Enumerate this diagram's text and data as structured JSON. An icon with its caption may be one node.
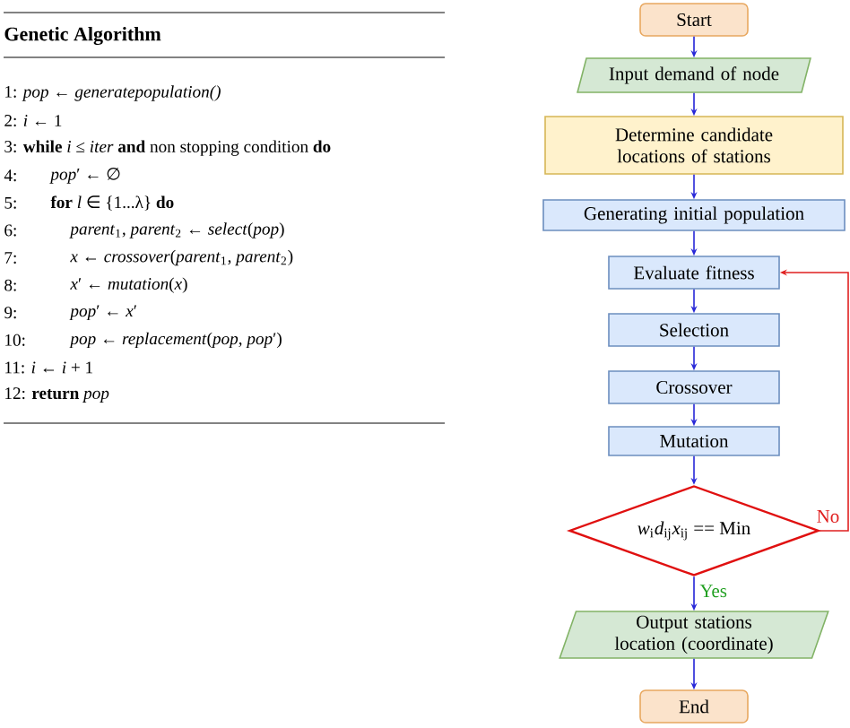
{
  "diagram": {
    "nodes": [
      {
        "text": [
          "Start"
        ]
      },
      {
        "text": [
          "Input demand of node"
        ]
      },
      {
        "text": [
          "Determine candidate locations of stations"
        ]
      },
      {
        "text": [
          "Generating initial population"
        ]
      },
      {
        "text": [
          "Evaluate fitness"
        ]
      },
      {
        "text": [
          "Selection"
        ]
      },
      {
        "text": [
          "Crossover"
        ]
      },
      {
        "text": [
          "Mutation"
        ]
      },
      {
        "text": [
          "*w*$_{i}$*d*$_{ij}$*x*$_{ij}$ == Min"
        ]
      },
      {
        "text": [
          "Output stations location (coordinate)"
        ]
      },
      {
        "text": [
          "End"
        ]
      }
    ],
    "edges": [
      {
        "from": 0,
        "to": 1,
        "arrow": "to"
      },
      {
        "from": 1,
        "to": 2,
        "arrow": "to"
      },
      {
        "from": 2,
        "to": 3,
        "arrow": "to"
      },
      {
        "from": 3,
        "to": 4,
        "arrow": "to"
      },
      {
        "from": 4,
        "to": 5,
        "arrow": "to"
      },
      {
        "from": 5,
        "to": 6,
        "arrow": "to"
      },
      {
        "from": 6,
        "to": 7,
        "arrow": "to"
      },
      {
        "from": 7,
        "to": 8,
        "arrow": "to"
      },
      {
        "from": 8,
        "to": 4,
        "arrow": "to",
        "label": "No",
        "color": "#e02020"
      },
      {
        "from": 8,
        "to": 9,
        "arrow": "to",
        "label": "Yes"
      },
      {
        "from": 9,
        "to": 10,
        "arrow": "to"
      }
    ],
    "labels": [
      "Genetic Algorithm",
      "1: *pop* ← *generatepopulation()*",
      "2: *i* ← 1",
      "3: **while** *i* ≤ *iter* **and** non stopping condition **do**",
      "4:",
      "*pop*′ ← ∅",
      "5:",
      "**for** *l* ∈ {1...λ} **do**",
      "6:",
      "*parent*$_{1}$, *parent*$_{2}$ ← *select*(*pop*)",
      "7:",
      "*x* ← *crossover*(*parent*$_{1}$, *parent*$_{2}$)",
      "8:",
      "*x*′ ← *mutation*(*x*)",
      "9:",
      "*pop*′ ← *x*′",
      "10:",
      "*pop* ← *replacement*(*pop*, *pop*′)",
      "11: *i* ← *i* + 1",
      "12: **return** *pop*"
    ]
  }
}
